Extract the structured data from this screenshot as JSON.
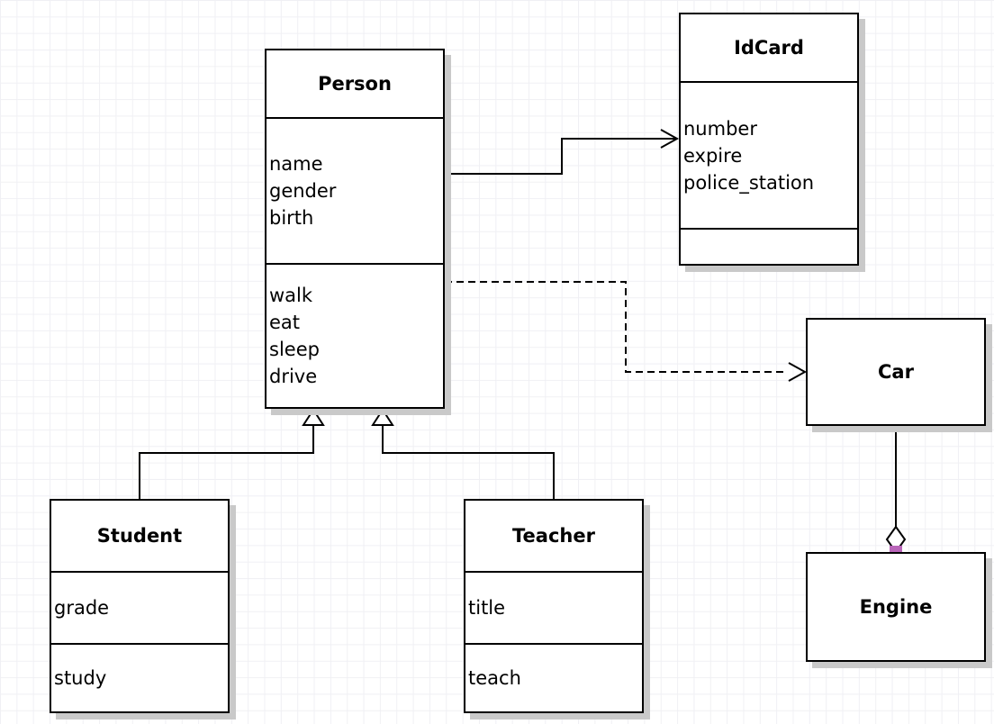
{
  "diagram": {
    "type": "uml-class-diagram",
    "classes": [
      {
        "name": "Person",
        "attributes": [
          "name",
          "gender",
          "birth"
        ],
        "methods": [
          "walk",
          "eat",
          "sleep",
          "drive"
        ]
      },
      {
        "name": "IdCard",
        "attributes": [
          "number",
          "expire",
          "police_station"
        ],
        "methods": []
      },
      {
        "name": "Car",
        "attributes": [],
        "methods": []
      },
      {
        "name": "Engine",
        "attributes": [],
        "methods": []
      },
      {
        "name": "Student",
        "attributes": [
          "grade"
        ],
        "methods": [
          "study"
        ]
      },
      {
        "name": "Teacher",
        "attributes": [
          "title"
        ],
        "methods": [
          "teach"
        ]
      }
    ],
    "relationships": [
      {
        "type": "association",
        "from": "Person",
        "to": "IdCard",
        "line": "solid",
        "arrow": "open-arrow"
      },
      {
        "type": "dependency",
        "from": "Person",
        "to": "Car",
        "line": "dashed",
        "arrow": "open-arrow"
      },
      {
        "type": "generalization",
        "from": "Student",
        "to": "Person",
        "line": "solid",
        "arrow": "hollow-triangle"
      },
      {
        "type": "generalization",
        "from": "Teacher",
        "to": "Person",
        "line": "solid",
        "arrow": "hollow-triangle"
      },
      {
        "type": "aggregation",
        "from": "Car",
        "to": "Engine",
        "line": "solid",
        "arrow": "hollow-diamond",
        "selected": true
      }
    ],
    "colors": {
      "stroke": "#000000",
      "box_fill": "#ffffff",
      "shadow": "#c9c9c9",
      "grid_line": "#f0f0f4",
      "background": "#ffffff",
      "selection_handle": "#b965b9"
    }
  }
}
